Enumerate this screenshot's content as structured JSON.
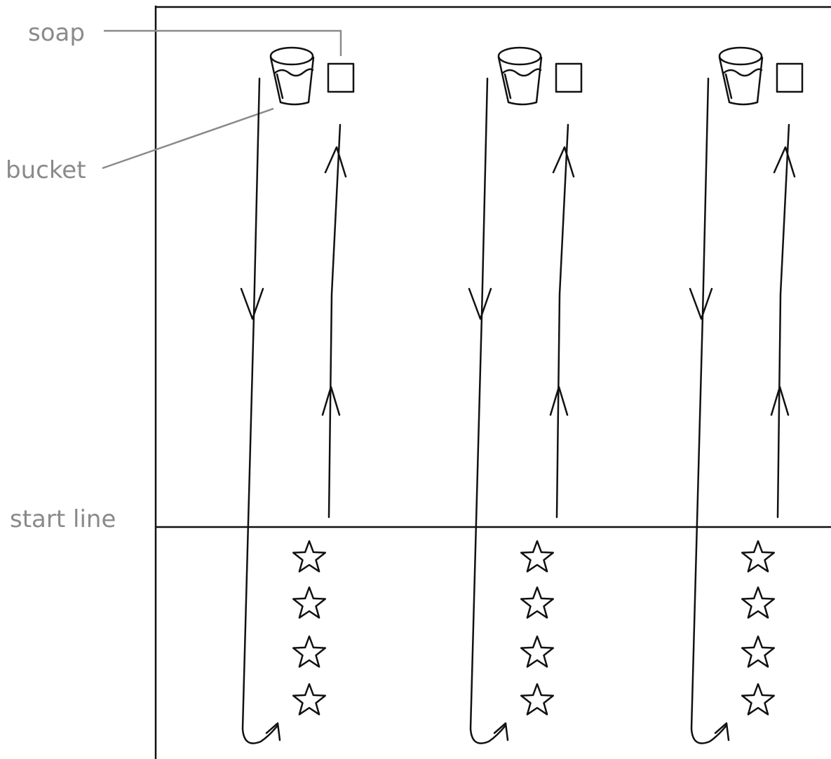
{
  "labels": {
    "soap": "soap",
    "bucket": "bucket",
    "start_line": "start line"
  },
  "colors": {
    "ink": "#111111",
    "label": "#8a8a8a",
    "background": "#ffffff"
  },
  "lanes": [
    {
      "lane": 1,
      "objects": [
        "bucket",
        "soap"
      ],
      "stars": 4
    },
    {
      "lane": 2,
      "objects": [
        "bucket",
        "soap"
      ],
      "stars": 4
    },
    {
      "lane": 3,
      "objects": [
        "bucket",
        "soap"
      ],
      "stars": 4
    }
  ],
  "icons": [
    "bucket-icon",
    "soap-icon",
    "star-icon",
    "arrow-down",
    "arrow-up"
  ]
}
